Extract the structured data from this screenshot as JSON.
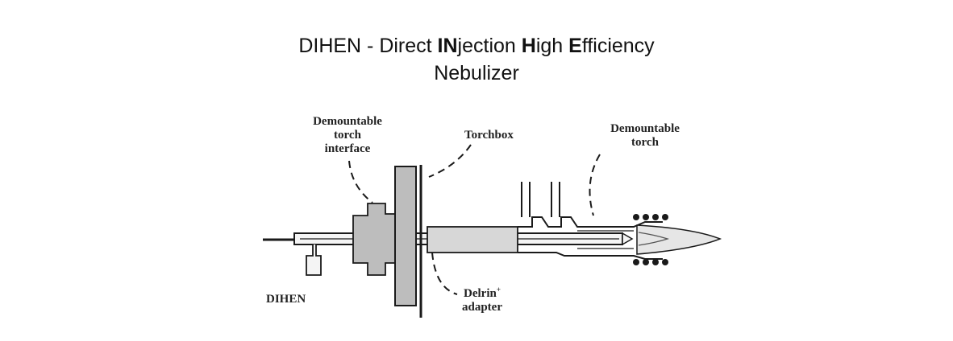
{
  "title": {
    "line1_parts": [
      {
        "text": "DIHEN - Direct ",
        "bold": false
      },
      {
        "text": "IN",
        "bold": true
      },
      {
        "text": "jection ",
        "bold": false
      },
      {
        "text": "H",
        "bold": true
      },
      {
        "text": "igh ",
        "bold": false
      },
      {
        "text": "E",
        "bold": true
      },
      {
        "text": "fficiency",
        "bold": false
      }
    ],
    "line2": "Nebulizer"
  },
  "labels": {
    "demountable_torch_interface": [
      "Demountable",
      "torch",
      "interface"
    ],
    "torchbox": "Torchbox",
    "demountable_torch": [
      "Demountable",
      "torch"
    ],
    "delrin_adapter": [
      "Delrin",
      "adapter"
    ],
    "delrin_sup": "+",
    "dihen": "DIHEN"
  },
  "colors": {
    "line": "#1a1a1a",
    "part_fill": "#bdbdbd",
    "flame_fill": "#e6e6e6"
  }
}
